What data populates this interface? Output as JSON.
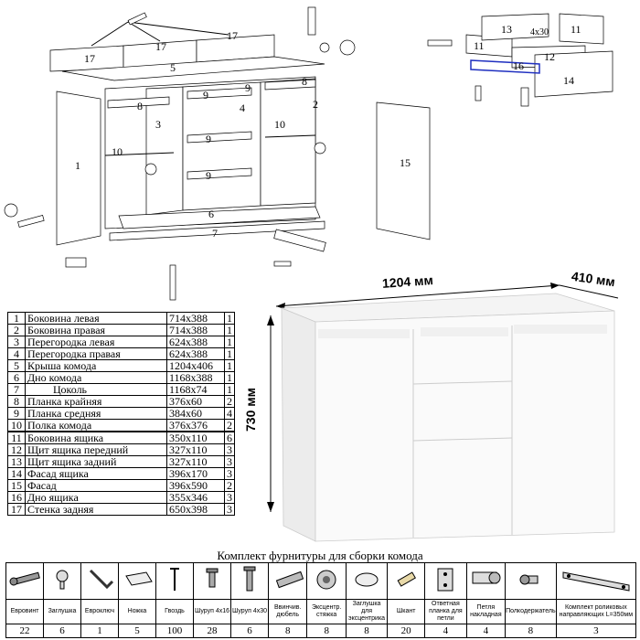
{
  "dimensions": {
    "width": "1204 мм",
    "depth": "410 мм",
    "height": "730 мм"
  },
  "diagram_labels": {
    "back_panels": [
      "17",
      "17",
      "17"
    ],
    "roof": "5",
    "side_left": "1",
    "side_right": "2",
    "partition_left": "3",
    "partition_right": "4",
    "bottom": "6",
    "plinth": "7",
    "strip_outer_left": "8",
    "strip_outer_right": "8",
    "strips_middle": [
      "9",
      "9",
      "9",
      "9"
    ],
    "shelf_left": "10",
    "shelf_right": "10",
    "door": "15",
    "drawer_sides": [
      "11",
      "11"
    ],
    "drawer_front_inner": "12",
    "drawer_back": "13",
    "drawer_facade": "14",
    "drawer_bottom": "16",
    "screw_note": "4x30"
  },
  "parts": [
    {
      "n": "1",
      "name": "Боковина левая",
      "size": "714x388",
      "qty": "1"
    },
    {
      "n": "2",
      "name": "Боковина правая",
      "size": "714x388",
      "qty": "1"
    },
    {
      "n": "3",
      "name": "Перегородка левая",
      "size": "624x388",
      "qty": "1"
    },
    {
      "n": "4",
      "name": "Перегородка правая",
      "size": "624x388",
      "qty": "1"
    },
    {
      "n": "5",
      "name": "Крыша комода",
      "size": "1204x406",
      "qty": "1"
    },
    {
      "n": "6",
      "name": "Дно комода",
      "size": "1168x388",
      "qty": "1"
    },
    {
      "n": "7",
      "name": "Цоколь",
      "size": "1168x74",
      "qty": "1"
    },
    {
      "n": "8",
      "name": "Планка крайняя",
      "size": "376x60",
      "qty": "2"
    },
    {
      "n": "9",
      "name": "Планка средняя",
      "size": "384x60",
      "qty": "4"
    },
    {
      "n": "10",
      "name": "Полка комода",
      "size": "376x376",
      "qty": "2"
    },
    {
      "n": "11",
      "name": "Боковина ящика",
      "size": "350x110",
      "qty": "6"
    },
    {
      "n": "12",
      "name": "Щит ящика передний",
      "size": "327x110",
      "qty": "3"
    },
    {
      "n": "13",
      "name": "Щит ящика задний",
      "size": "327x110",
      "qty": "3"
    },
    {
      "n": "14",
      "name": "Фасад ящика",
      "size": "396x170",
      "qty": "3"
    },
    {
      "n": "15",
      "name": "Фасад",
      "size": "396x590",
      "qty": "2"
    },
    {
      "n": "16",
      "name": "Дно ящика",
      "size": "355x346",
      "qty": "3"
    },
    {
      "n": "17",
      "name": "Стенка задняя",
      "size": "650x398",
      "qty": "3"
    }
  ],
  "hardware_title": "Комплект фурнитуры для сборки комода",
  "hardware": [
    {
      "icon": "confirmat-screw-icon",
      "label": "Евровинт",
      "count": "22"
    },
    {
      "icon": "cap-icon",
      "label": "Заглушка",
      "count": "6"
    },
    {
      "icon": "hex-key-icon",
      "label": "Евроключ",
      "count": "1"
    },
    {
      "icon": "furniture-leg-icon",
      "label": "Ножка",
      "count": "5"
    },
    {
      "icon": "nail-icon",
      "label": "Гвоздь",
      "count": "100"
    },
    {
      "icon": "screw-4x16-icon",
      "label": "Шуруп 4x16",
      "count": "28"
    },
    {
      "icon": "screw-4x30-icon",
      "label": "Шуруп 4x30",
      "count": "6"
    },
    {
      "icon": "dowel-screw-icon",
      "label": "Ввинчив. дюбель",
      "count": "8"
    },
    {
      "icon": "cam-lock-icon",
      "label": "Эксцентр. стяжка",
      "count": "8"
    },
    {
      "icon": "cam-cap-icon",
      "label": "Заглушка для эксцентрика",
      "count": "8"
    },
    {
      "icon": "wood-dowel-icon",
      "label": "Шкант",
      "count": "20"
    },
    {
      "icon": "hinge-plate-icon",
      "label": "Ответная планка для петли",
      "count": "4"
    },
    {
      "icon": "hinge-icon",
      "label": "Петля накладная",
      "count": "4"
    },
    {
      "icon": "shelf-pin-icon",
      "label": "Полкодержатель",
      "count": "8"
    },
    {
      "icon": "drawer-slide-icon",
      "label": "Комплект роликовых направляющих L=350мм",
      "count": "3"
    }
  ]
}
